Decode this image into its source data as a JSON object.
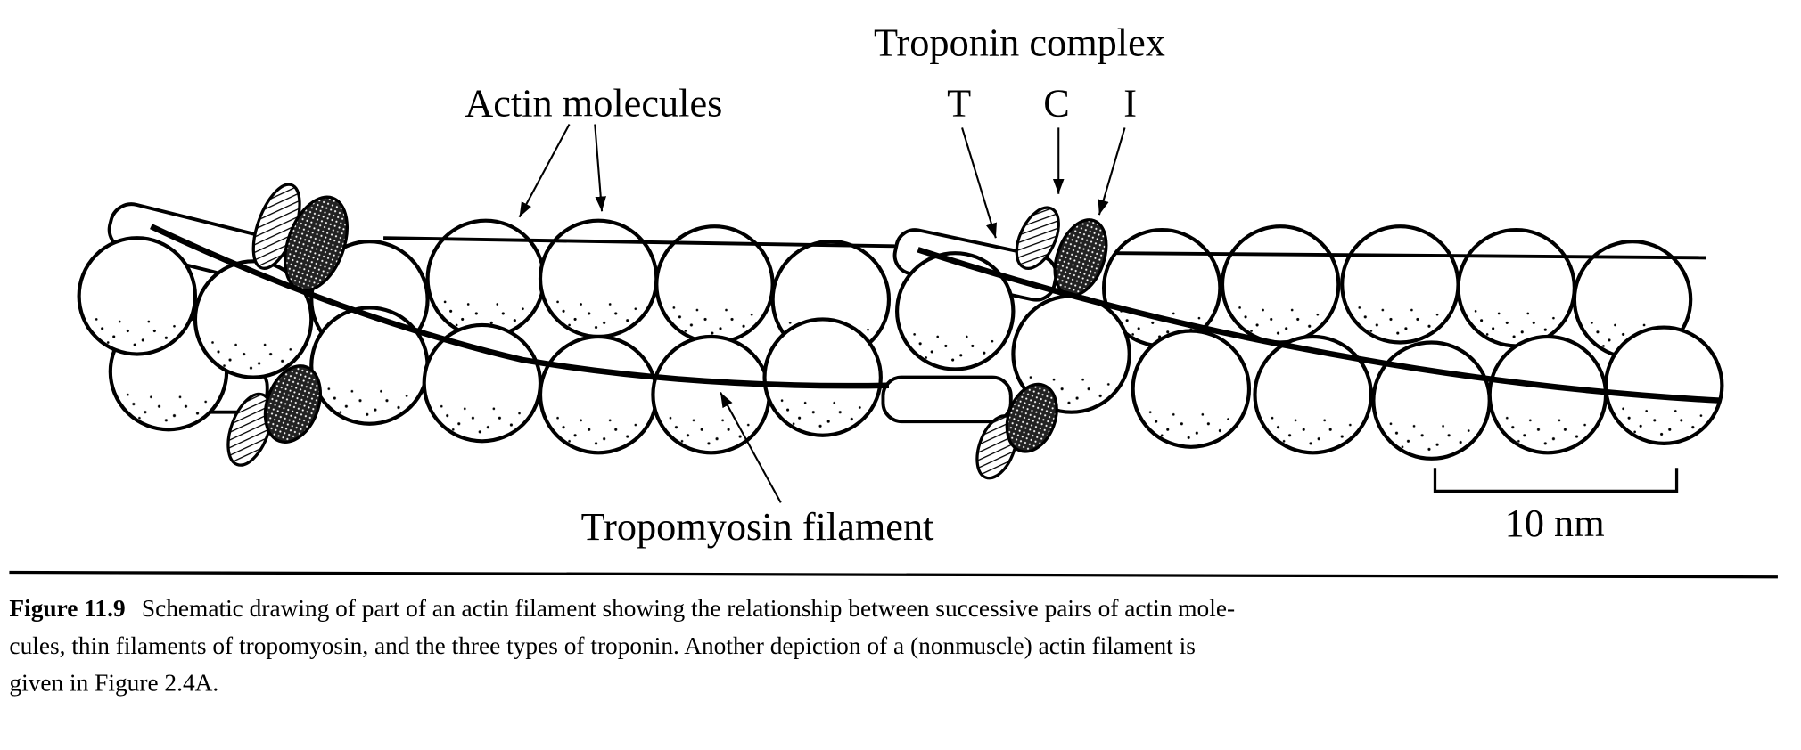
{
  "figure": {
    "labels": {
      "actin": "Actin molecules",
      "troponin_complex": "Troponin complex",
      "troponin_t": "T",
      "troponin_c": "C",
      "troponin_i": "I",
      "tropomyosin": "Tropomyosin filament",
      "scale": "10 nm"
    }
  },
  "caption": {
    "number": "Figure 11.9",
    "line1": "Schematic drawing of part of an actin filament showing the relationship between successive pairs of actin mole-",
    "line2": "cules, thin filaments of tropomyosin, and the three types of troponin. Another depiction of a (nonmuscle) actin filament is",
    "line3": "given in Figure 2.4A."
  }
}
